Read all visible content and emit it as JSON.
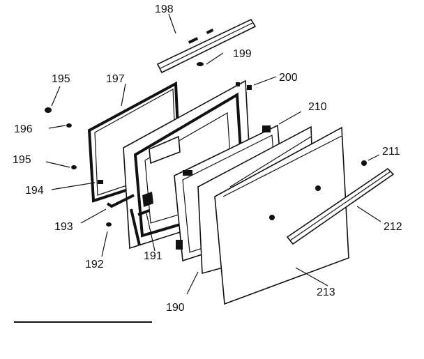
{
  "diagram": {
    "labels": {
      "p190": "190",
      "p191": "191",
      "p192": "192",
      "p193": "193",
      "p194": "194",
      "p195a": "195",
      "p195b": "195",
      "p196": "196",
      "p197": "197",
      "p198": "198",
      "p199": "199",
      "p200": "200",
      "p210": "210",
      "p211": "211",
      "p212": "212",
      "p213": "213"
    }
  }
}
